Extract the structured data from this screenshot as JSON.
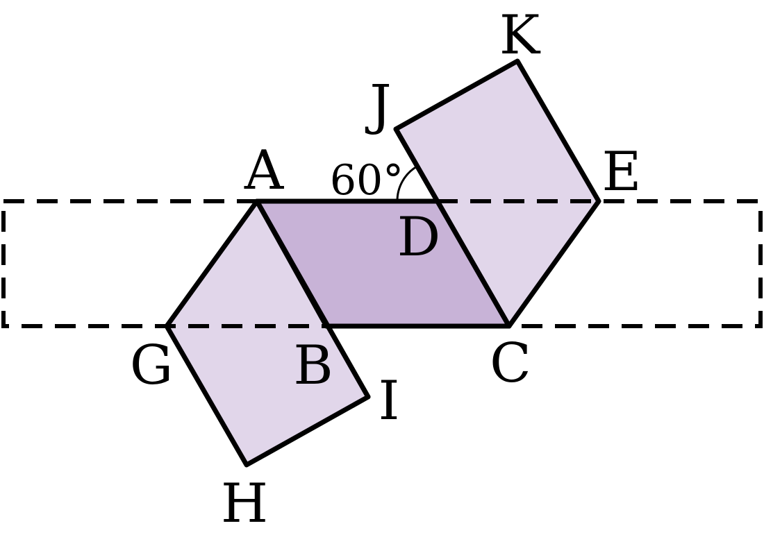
{
  "colors": {
    "parallelogram_fill": "#c8b3d7",
    "square_fill": "#e1d6ea",
    "stroke": "#000000",
    "background": "#ffffff"
  },
  "points": {
    "A": "A",
    "B": "B",
    "C": "C",
    "D": "D",
    "E": "E",
    "G": "G",
    "H": "H",
    "I": "I",
    "J": "J",
    "K": "K"
  },
  "angle": {
    "label": "60°"
  }
}
